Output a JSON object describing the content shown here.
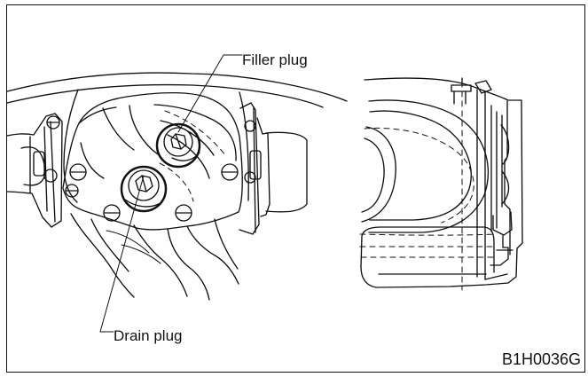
{
  "diagram": {
    "labels": {
      "filler_plug": "Filler plug",
      "drain_plug": "Drain plug"
    },
    "figure_code": "B1H0036G"
  }
}
